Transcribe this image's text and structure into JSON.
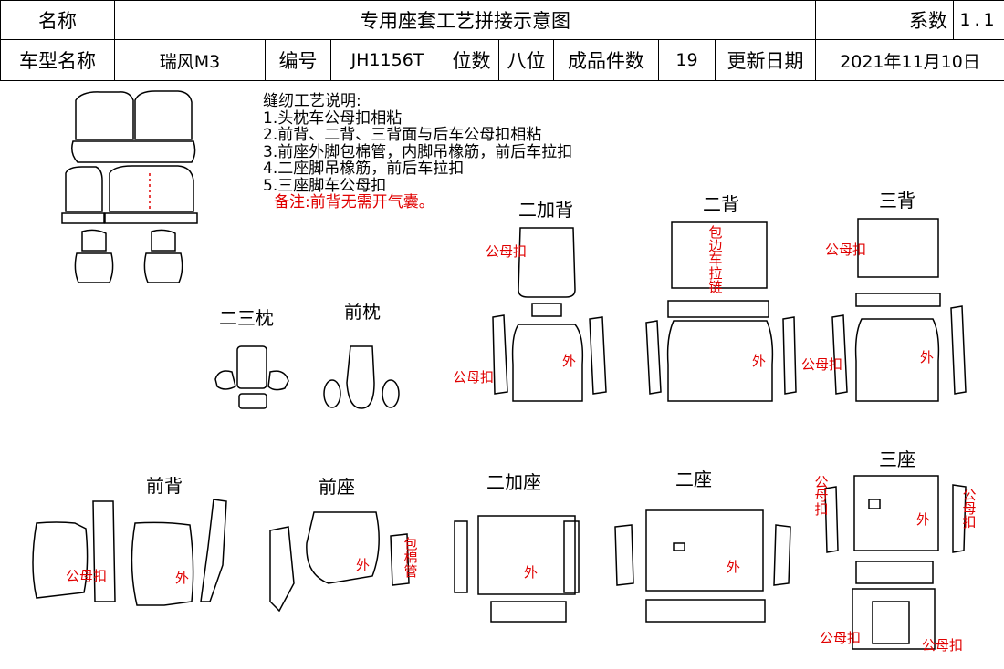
{
  "header": {
    "name_label": "名称",
    "title": "专用座套工艺拼接示意图",
    "coef_label": "系数",
    "coef_value": "1.1",
    "model_label": "车型名称",
    "model_value": "瑞风M3",
    "code_label": "编号",
    "code_value": "JH1156T",
    "seats_label": "位数",
    "seats_value": "八位",
    "pieces_label": "成品件数",
    "pieces_value": "19",
    "date_label": "更新日期",
    "date_value": "2021年11月10日"
  },
  "notes": {
    "title": "缝纫工艺说明:",
    "items": [
      "1.头枕车公母扣相粘",
      "2.前背、二背、三背面与后车公母扣相粘",
      "3.前座外脚包棉管，内脚吊橡筋，前后车拉扣",
      "4.二座脚吊橡筋，前后车拉扣",
      "5.三座脚车公母扣"
    ],
    "remark": "备注:前背无需开气囊。"
  },
  "sections": {
    "erjia_bei": "二加背",
    "er_bei": "二背",
    "san_bei": "三背",
    "ersan_zhen": "二三枕",
    "qian_zhen": "前枕",
    "qian_bei": "前背",
    "qian_zuo": "前座",
    "erjia_zuo": "二加座",
    "er_zuo": "二座",
    "san_zuo": "三座"
  },
  "marks": {
    "gongmukou": "公母扣",
    "wai": "外",
    "bianche_lalian": "包边车拉链",
    "baomianguan": "包棉管",
    "gongmu_vertical": "公母扣"
  }
}
